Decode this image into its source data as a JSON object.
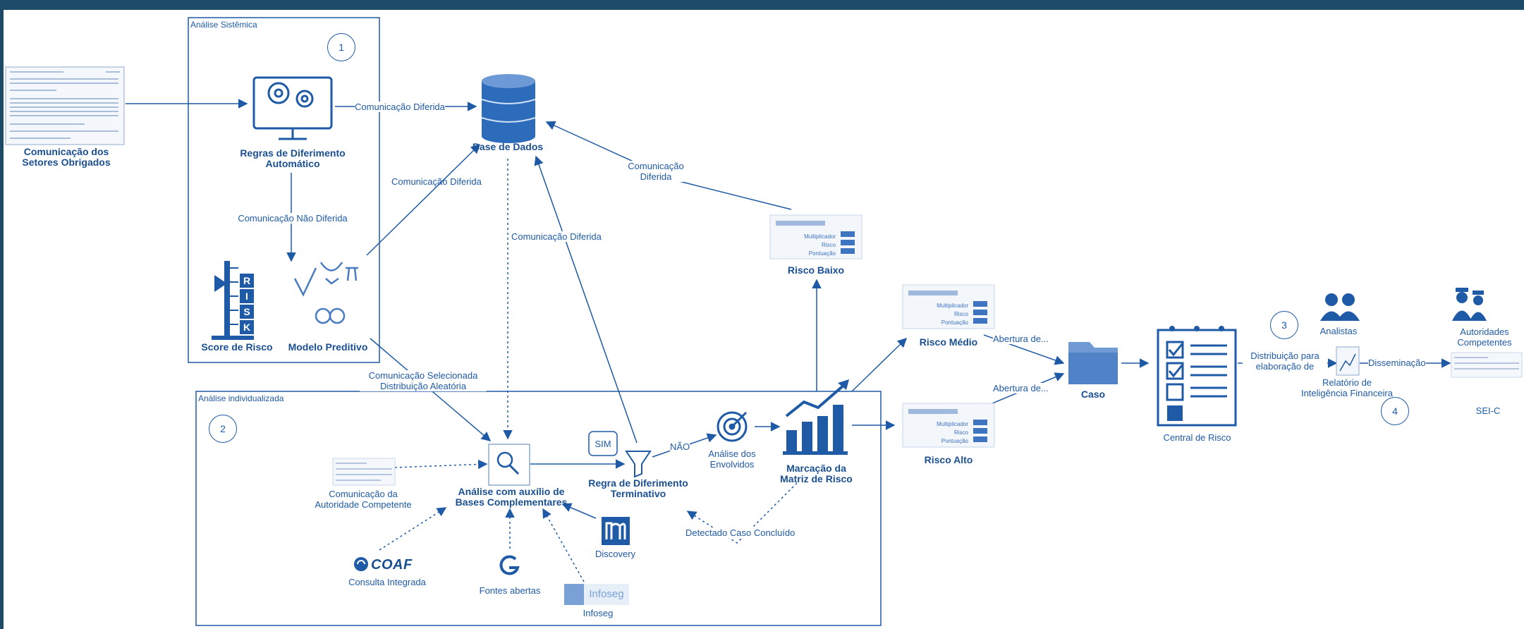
{
  "sections": {
    "sistemica_title": "Análise Sistêmica",
    "individualizada_title": "Análise individualizada"
  },
  "steps": {
    "s1": "1",
    "s2": "2",
    "s3": "3",
    "s4": "4"
  },
  "nodes": {
    "comunicacao_setores": [
      "Comunicação dos",
      "Setores Obrigados"
    ],
    "regras_diferimento": [
      "Regras de Diferimento",
      "Automático"
    ],
    "base_dados": "Base de Dados",
    "score_risco": "Score de Risco",
    "modelo_preditivo": "Modelo Preditivo",
    "risco_baixo": "Risco Baixo",
    "risco_medio": "Risco Médio",
    "risco_alto": "Risco Alto",
    "caso": "Caso",
    "central_risco": "Central de Risco",
    "analistas": "Analistas",
    "relatorio": [
      "Relatório de",
      "Inteligência Financeira"
    ],
    "autoridades": [
      "Autoridades",
      "Competentes"
    ],
    "sei_c": "SEI-C",
    "comunicacao_autoridade": [
      "Comunicação da",
      "Autoridade Competente"
    ],
    "analise_auxilio": [
      "Análise com auxílio de",
      "Bases Complementares"
    ],
    "regra_terminativo": [
      "Regra de Diferimento",
      "Terminativo"
    ],
    "analise_envolvidos": [
      "Análise dos",
      "Envolvidos"
    ],
    "marcacao_matriz": [
      "Marcação da",
      "Matriz de Risco"
    ],
    "sim": "SIM",
    "coaf_logo": "COAF",
    "consulta_integrada": "Consulta Integrada",
    "fontes_abertas": "Fontes abertas",
    "discovery": "Discovery",
    "infoseg_logo": "Infoseg",
    "infoseg": "Infoseg"
  },
  "edges": {
    "comunicacao_diferida_1": "Comunicação Diferida",
    "comunicacao_diferida_2": "Comunicação Diferida",
    "comunicacao_diferida_3": "Comunicação Diferida",
    "comunicacao_diferida_4": [
      "Comunicação",
      "Diferida"
    ],
    "comunicacao_nao_diferida": "Comunicação Não Diferida",
    "selecionada": [
      "Comunicação Selecionada",
      "Distribuição Aleatória"
    ],
    "nao": "NÃO",
    "detectado": "Detectado Caso Concluído",
    "abertura_1": "Abertura de...",
    "abertura_2": "Abertura de...",
    "distribuicao": [
      "Distribuição para",
      "elaboração de"
    ],
    "disseminacao": "Disseminação"
  },
  "risk_card": {
    "multiplicador": "Multiplicador",
    "risco": "Risco",
    "pontuacao": "Pontuação"
  },
  "colors": {
    "primary": "#1f5aa6",
    "dark": "#1d4a66",
    "light": "#9fb8dc"
  }
}
